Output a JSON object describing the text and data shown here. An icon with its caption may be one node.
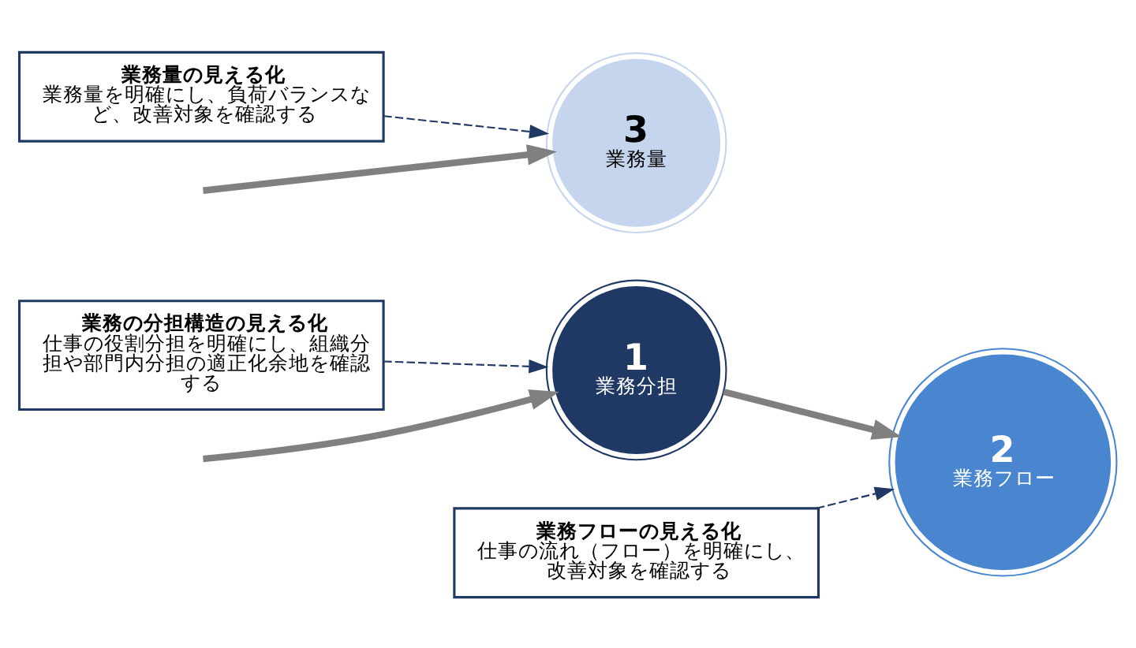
{
  "diagram": {
    "nodes": [
      {
        "text": [
          "業務の分担構造の見える化",
          "仕事の役割分担を明確にし、組織分担や部門内分担の適正化余地を確認する"
        ]
      },
      {
        "text": [
          "1",
          "業務分担"
        ]
      },
      {
        "text": [
          "3",
          "業務量"
        ]
      },
      {
        "text": [
          "2",
          "業務フロー"
        ]
      },
      {
        "text": [
          "業務量の見える化",
          "業務量を明確にし、負荷バランスなど、改善対象を確認する"
        ]
      },
      {
        "text": [
          "業務フローの見える化",
          "仕事の流れ（フロー）を明確にし、改善対象を確認する"
        ]
      }
    ],
    "edges": [
      {
        "from": 0,
        "to": 1,
        "arrow": "to",
        "style": "dashed",
        "color": "#1f3864"
      },
      {
        "from": 4,
        "to": 2,
        "arrow": "to",
        "style": "dashed",
        "color": "#1f3864"
      },
      {
        "from": 5,
        "to": 3,
        "arrow": "to",
        "style": "dashed",
        "color": "#1f3864"
      },
      {
        "from": null,
        "to": 1,
        "arrow": "to",
        "style": "thick",
        "color": "#808080"
      },
      {
        "from": null,
        "to": 2,
        "arrow": "to",
        "style": "thick",
        "color": "#808080"
      },
      {
        "from": 1,
        "to": 3,
        "arrow": "to",
        "style": "thick",
        "color": "#808080"
      }
    ]
  }
}
